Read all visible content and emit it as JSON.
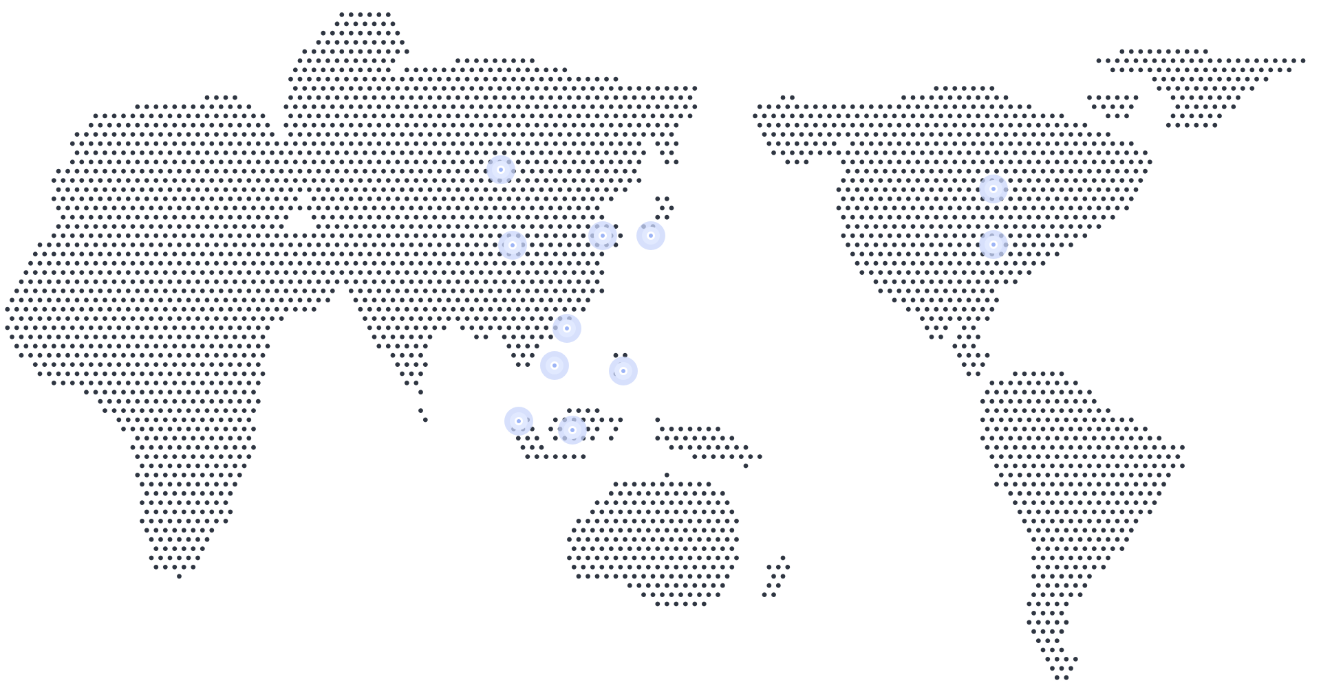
{
  "map": {
    "style": "dotted-world-map",
    "dot_color": "#2f3642",
    "background_color": "#ffffff",
    "marker_color": "#9cb4f6",
    "marker_halo_color": "#c9d6fb",
    "markers": [
      {
        "id": "north-china"
      },
      {
        "id": "central-china"
      },
      {
        "id": "korea"
      },
      {
        "id": "japan"
      },
      {
        "id": "south-china-sea"
      },
      {
        "id": "vietnam"
      },
      {
        "id": "philippines"
      },
      {
        "id": "sumatra"
      },
      {
        "id": "java"
      },
      {
        "id": "north-america-east"
      },
      {
        "id": "north-america-south"
      }
    ]
  }
}
